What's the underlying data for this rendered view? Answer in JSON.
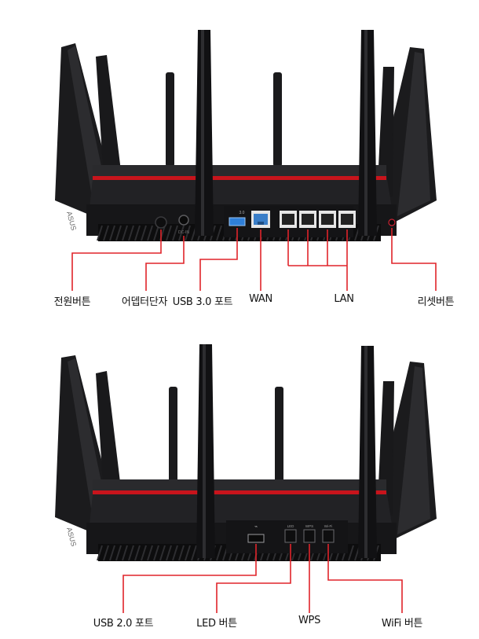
{
  "colors": {
    "callout_line": "#e0242a",
    "router_body": "#1c1c1e",
    "accent_stripe": "#c8141c",
    "usb3_port": "#2f7fd8",
    "wan_port": "#3a7ec8"
  },
  "top_panel": {
    "brand_mark": "ASUS",
    "labels": {
      "power_button": "전원버튼",
      "adapter_port": "어뎁터단자",
      "usb3_port": "USB 3.0 포트",
      "wan": "WAN",
      "lan": "LAN",
      "reset_button": "리셋버튼"
    },
    "port_marks": {
      "usb3": "3.0",
      "dc": "DC-IN"
    }
  },
  "bottom_panel": {
    "brand_mark": "ASUS",
    "labels": {
      "usb2_port": "USB 2.0 포트",
      "led_button": "LED 버튼",
      "wps": "WPS",
      "wifi_button": "WiFi 버튼"
    },
    "button_marks": {
      "led": "LED",
      "wps": "WPS",
      "wifi": "Wi-Fi"
    }
  }
}
